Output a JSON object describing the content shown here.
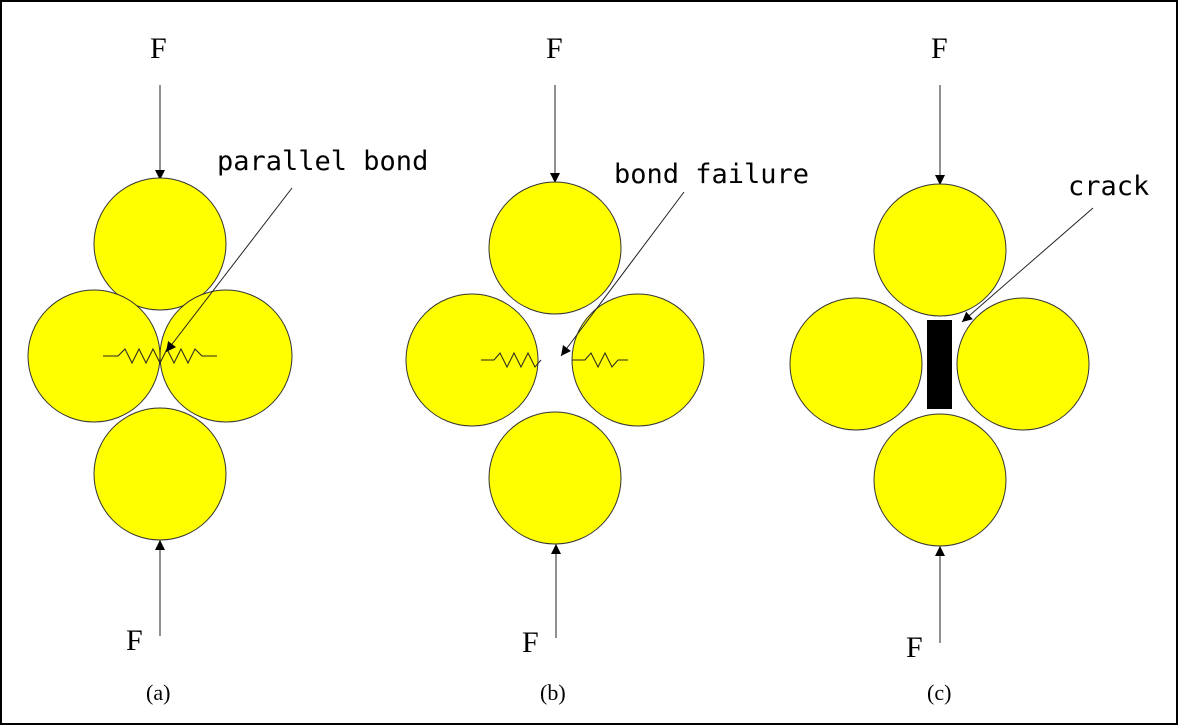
{
  "colors": {
    "particle_fill": "#ffff00",
    "particle_stroke": "#333333",
    "line": "#222222",
    "crack": "#000000"
  },
  "panels": {
    "a": {
      "force_top": "F",
      "force_bottom": "F",
      "annotation": "parallel bond",
      "caption": "(a)"
    },
    "b": {
      "force_top": "F",
      "force_bottom": "F",
      "annotation": "bond failure",
      "caption": "(b)"
    },
    "c": {
      "force_top": "F",
      "force_bottom": "F",
      "annotation": "crack",
      "caption": "(c)"
    }
  }
}
